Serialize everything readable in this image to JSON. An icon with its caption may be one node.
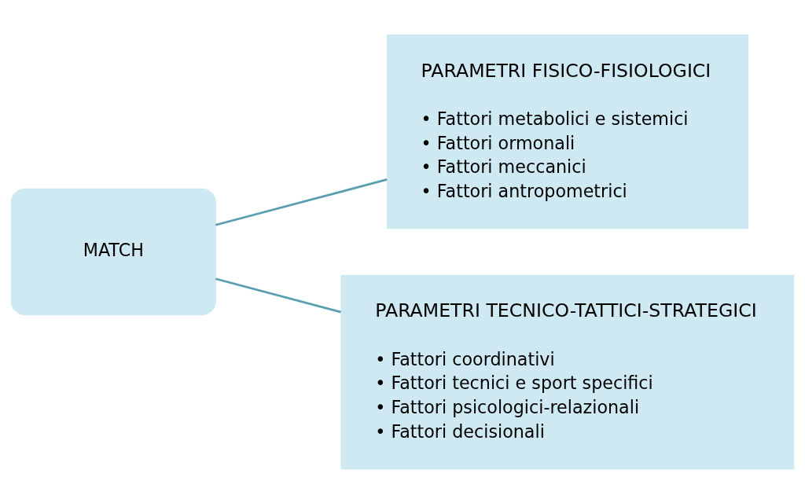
{
  "diagram": {
    "nodes": [
      {
        "text": [
          "MATCH"
        ]
      },
      {
        "text": [
          "PARAMETRI FISICO-FISIOLOGICI",
          "• Fattori metabolici e sistemici",
          "• Fattori ormonali",
          "• Fattori meccanici",
          "• Fattori antropometrici"
        ]
      },
      {
        "text": [
          "PARAMETRI TECNICO-TATTICI-STRATEGICI",
          "• Fattori coordinativi",
          "• Fattori tecnici e sport specifici",
          "• Fattori psicologici-relazionali",
          "• Fattori decisionali"
        ]
      }
    ],
    "edges": [
      {
        "from": 0,
        "to": 1,
        "arrow": "none"
      },
      {
        "from": 0,
        "to": 2,
        "arrow": "none"
      }
    ]
  }
}
